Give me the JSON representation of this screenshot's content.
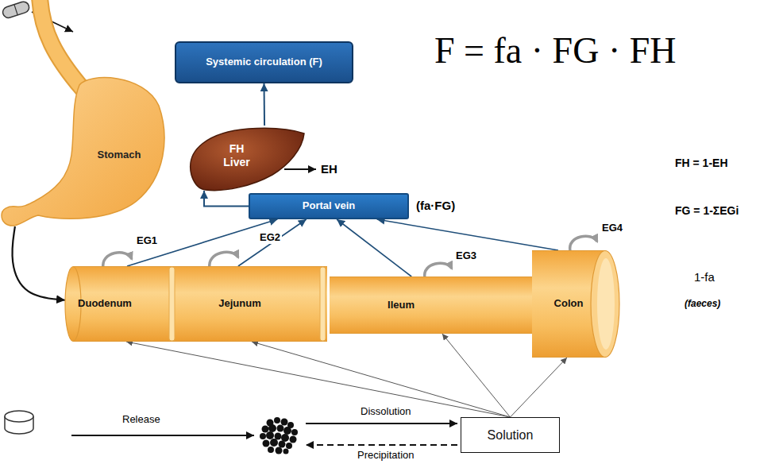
{
  "diagram": {
    "nodes": [
      {
        "text": [
          "Systemic circulation (F)"
        ]
      },
      {
        "text": [
          "FH",
          "Liver"
        ]
      },
      {
        "text": [
          "Portal vein"
        ]
      },
      {
        "text": [
          "Stomach"
        ]
      },
      {
        "text": [
          "Duodenum"
        ]
      },
      {
        "text": [
          "Jejunum"
        ]
      },
      {
        "text": [
          "Ileum"
        ]
      },
      {
        "text": [
          "Colon"
        ]
      },
      {
        "text": [
          "Solution"
        ]
      }
    ],
    "edges": [
      {
        "from": 2,
        "to": 1,
        "arrow": "to"
      },
      {
        "from": 1,
        "to": 0,
        "arrow": "to"
      },
      {
        "from": 4,
        "to": 2,
        "arrow": "to"
      },
      {
        "from": 5,
        "to": 2,
        "arrow": "to"
      },
      {
        "from": 6,
        "to": 2,
        "arrow": "to"
      },
      {
        "from": 7,
        "to": 2,
        "arrow": "to"
      },
      {
        "from": 3,
        "to": 4,
        "arrow": "to"
      },
      {
        "from": 8,
        "to": 4,
        "arrow": "to"
      },
      {
        "from": 8,
        "to": 5,
        "arrow": "to"
      },
      {
        "from": 8,
        "to": 6,
        "arrow": "to"
      },
      {
        "from": 8,
        "to": 7,
        "arrow": "to"
      }
    ],
    "labels": [
      "F = fa · FG · FH",
      "EH",
      "(fa·FG)",
      "EG1",
      "EG2",
      "EG3",
      "EG4",
      "FH = 1-EH",
      "FG = 1-ΣEGi",
      "1-fa",
      "(faeces)",
      "Release",
      "Dissolution",
      "Precipitation"
    ]
  }
}
